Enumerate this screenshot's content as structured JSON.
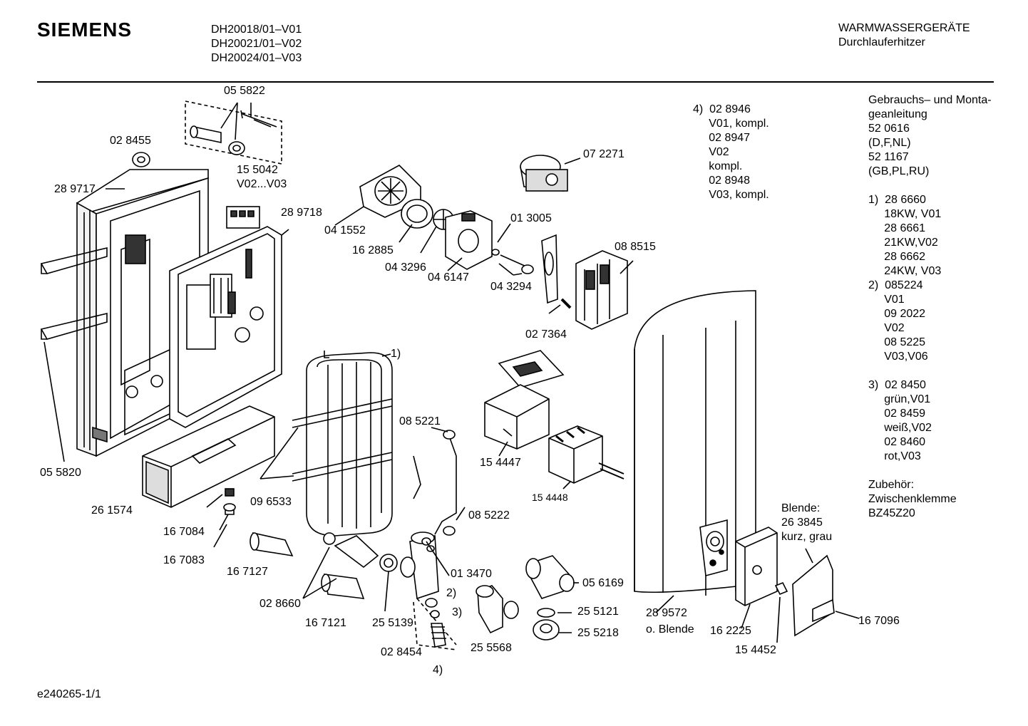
{
  "header": {
    "brand": "SIEMENS",
    "models": [
      "DH20018/01–V01",
      "DH20021/01–V02",
      "DH20024/01–V03"
    ],
    "category": "WARMWASSERGERÄTE",
    "subcategory": "Durchlauferhitzer"
  },
  "footer": {
    "doc_id": "e240265-1/1"
  },
  "notes_right": [
    "Gebrauchs– und Monta-",
    "geanleitung",
    "52 0616",
    "(D,F,NL)",
    "52 1167",
    "(GB,PL,RU)",
    "",
    "1)  28 6660",
    "     18KW, V01",
    "     28 6661",
    "     21KW,V02",
    "     28 6662",
    "     24KW, V03",
    "2)  085224",
    "     V01",
    "     09 2022",
    "     V02",
    "     08 5225",
    "     V03,V06",
    "",
    "3)  02 8450",
    "     grün,V01",
    "     02 8459",
    "     weiß,V02",
    "     02 8460",
    "     rot,V03",
    "",
    "Zubehör:",
    "Zwischenklemme",
    "BZ45Z20"
  ],
  "note4": [
    "4)  02 8946",
    "     V01, kompl.",
    "     02 8947",
    "     V02",
    "     kompl.",
    "     02 8948",
    "     V03, kompl."
  ],
  "labels": {
    "p055822": "05 5822",
    "p028455": "02 8455",
    "p289717": "28 9717",
    "p155042a": "15 5042",
    "p155042b": "V02...V03",
    "p289718": "28 9718",
    "p041552": "04 1552",
    "p162885": "16 2885",
    "p043296": "04 3296",
    "p046147": "04 6147",
    "p013005": "01 3005",
    "p043294": "04 3294",
    "p072271": "07 2271",
    "p088515": "08 8515",
    "p027364": "02 7364",
    "p1": "1)",
    "p085221": "08 5221",
    "p154447": "15 4447",
    "p154448": "15 4448",
    "p055820": "05 5820",
    "p261574": "26 1574",
    "p096533": "09 6533",
    "p167084": "16 7084",
    "p167083": "16 7083",
    "p167127": "16 7127",
    "p085222": "08 5222",
    "p013470": "01 3470",
    "p2": "2)",
    "p3": "3)",
    "p4": "4)",
    "p028660": "02 8660",
    "p167121": "16 7121",
    "p255139": "25 5139",
    "p028454": "02 8454",
    "p255568": "25 5568",
    "p056169": "05 6169",
    "p255121": "25 5121",
    "p255218": "25 5218",
    "p289572": "28 9572",
    "p_oblende": "o. Blende",
    "p162225": "16 2225",
    "p154452": "15 4452",
    "p167096": "16 7096",
    "blende1": "Blende:",
    "blende2": "26 3845",
    "blende3": "kurz, grau"
  }
}
